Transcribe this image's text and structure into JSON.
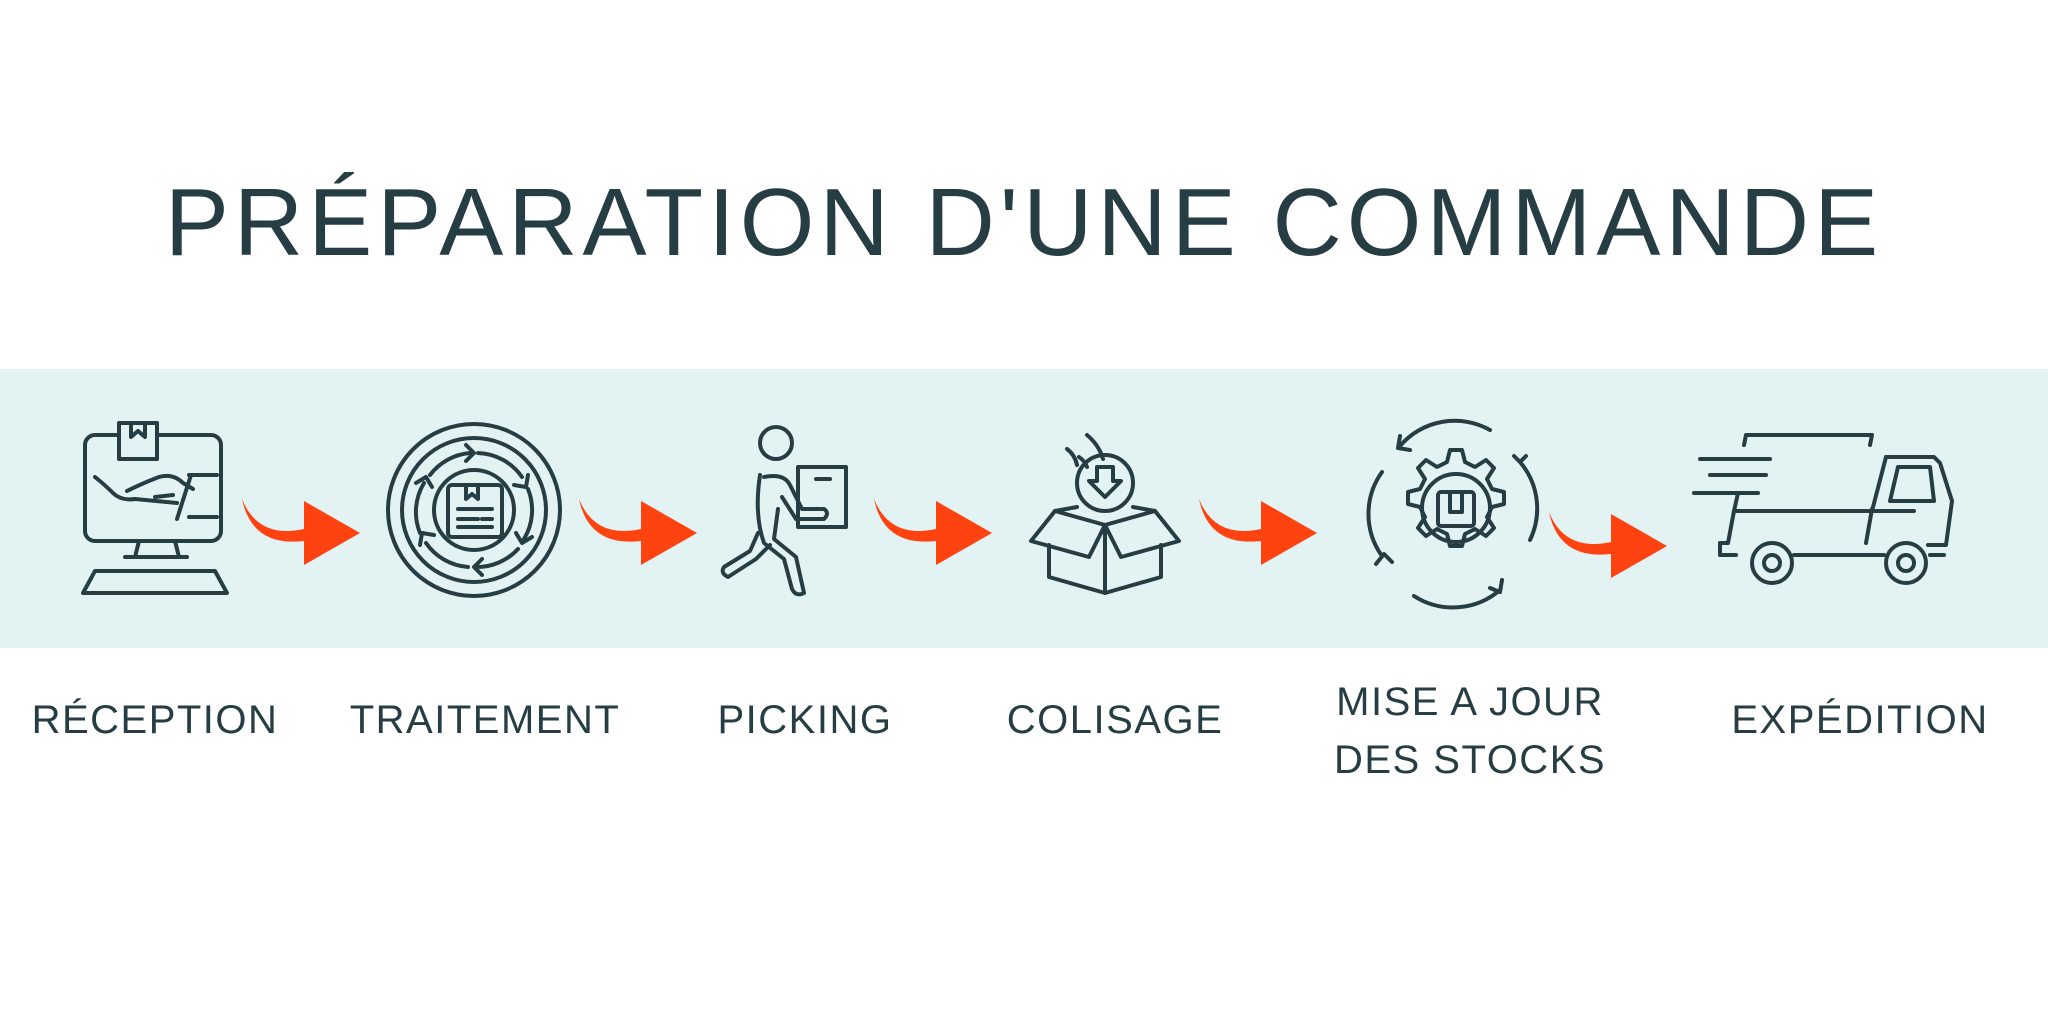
{
  "title": "PRÉPARATION D'UNE COMMANDE",
  "colors": {
    "text": "#263d44",
    "band": "#e3f3f4",
    "arrow": "#ff4310",
    "icon_stroke": "#263d44"
  },
  "steps": [
    {
      "label_lines": [
        "RÉCEPTION"
      ],
      "icon": "computer-hand-package-icon"
    },
    {
      "label_lines": [
        "TRAITEMENT"
      ],
      "icon": "order-processing-cycle-icon"
    },
    {
      "label_lines": [
        "PICKING"
      ],
      "icon": "person-carrying-box-icon"
    },
    {
      "label_lines": [
        "COLISAGE"
      ],
      "icon": "open-box-packing-icon"
    },
    {
      "label_lines": [
        "MISE A JOUR",
        "DES STOCKS"
      ],
      "icon": "gear-refresh-stock-icon"
    },
    {
      "label_lines": [
        "EXPÉDITION"
      ],
      "icon": "delivery-truck-icon"
    }
  ],
  "arrow_icon": "curved-right-arrow-icon"
}
